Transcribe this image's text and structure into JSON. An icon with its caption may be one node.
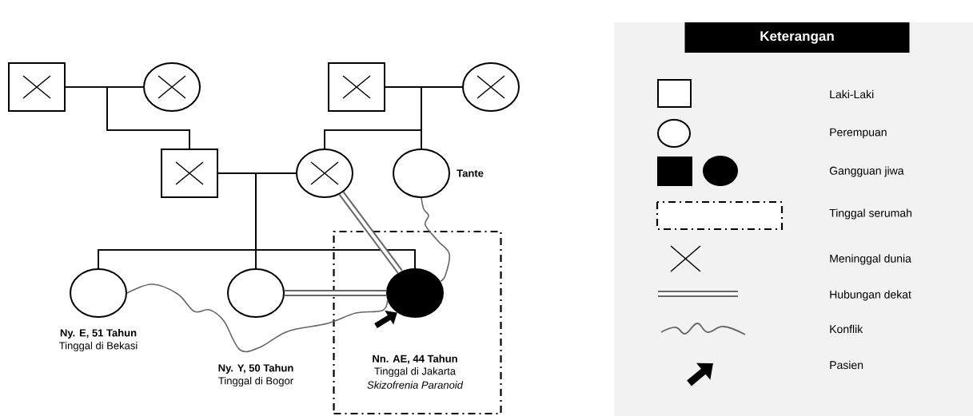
{
  "diagram": {
    "nodes": [
      {
        "text": [],
        "shape": "box"
      },
      {
        "text": [],
        "shape": "circle"
      },
      {
        "text": [],
        "shape": "box"
      },
      {
        "text": [],
        "shape": "circle"
      },
      {
        "text": [],
        "shape": "box"
      },
      {
        "text": [],
        "shape": "circle"
      },
      {
        "text": [
          "Tante"
        ]
      },
      {
        "text": [],
        "shape": "circle",
        "beside": [
          "Ny. E, 51 Tahun",
          "Tinggal di Bekasi"
        ]
      },
      {
        "text": [],
        "shape": "circle",
        "beside": [
          "Ny. Y, 50 Tahun",
          "Tinggal di Bogor"
        ]
      },
      {
        "text": [],
        "shape": "box"
      },
      {
        "text": [],
        "shape": "circle",
        "beside": [
          "Nn. AE, 44 Tahun",
          "Tinggal di Jakarta",
          "Skizofrenia Paranoid"
        ],
        "in": 9
      }
    ],
    "edges": [
      {
        "from": 0,
        "to": 1,
        "arrow": "none"
      },
      {
        "from": 2,
        "to": 3,
        "arrow": "none"
      },
      {
        "from": 4,
        "to": 5,
        "arrow": "none"
      },
      {
        "from": 0,
        "to": 4,
        "arrow": "none"
      },
      {
        "from": 1,
        "to": 4,
        "arrow": "none"
      },
      {
        "from": 2,
        "to": 5,
        "arrow": "none"
      },
      {
        "from": 3,
        "to": 5,
        "arrow": "none"
      },
      {
        "from": 2,
        "to": 6,
        "arrow": "none"
      },
      {
        "from": 3,
        "to": 6,
        "arrow": "none"
      },
      {
        "from": 4,
        "to": 7,
        "arrow": "none"
      },
      {
        "from": 5,
        "to": 7,
        "arrow": "none"
      },
      {
        "from": 4,
        "to": 8,
        "arrow": "none"
      },
      {
        "from": 5,
        "to": 8,
        "arrow": "none"
      },
      {
        "from": 4,
        "to": 10,
        "arrow": "none"
      },
      {
        "from": 5,
        "to": 10,
        "arrow": "none"
      },
      {
        "from": 5,
        "to": 10,
        "arrow": "none",
        "style": "thick",
        "color": "#666666"
      },
      {
        "from": 8,
        "to": 10,
        "arrow": "none",
        "style": "thick",
        "color": "#666666"
      },
      {
        "from": 7,
        "to": 10,
        "arrow": "none",
        "color": "#666666"
      },
      {
        "from": 6,
        "to": 10,
        "arrow": "none",
        "color": "#666666"
      },
      {
        "from": null,
        "to": 10,
        "arrow": "to",
        "style": "thick"
      }
    ],
    "labels": [
      "Keterangan"
    ],
    "legend": [
      {
        "text": "Laki-Laki"
      },
      {
        "text": "Perempuan"
      },
      {
        "text": "Gangguan jiwa"
      },
      {
        "text": "Tinggal serumah"
      },
      {
        "text": "Meninggal dunia"
      },
      {
        "text": "Hubungan dekat"
      },
      {
        "text": "Konflik"
      },
      {
        "text": "Pasien"
      }
    ]
  }
}
